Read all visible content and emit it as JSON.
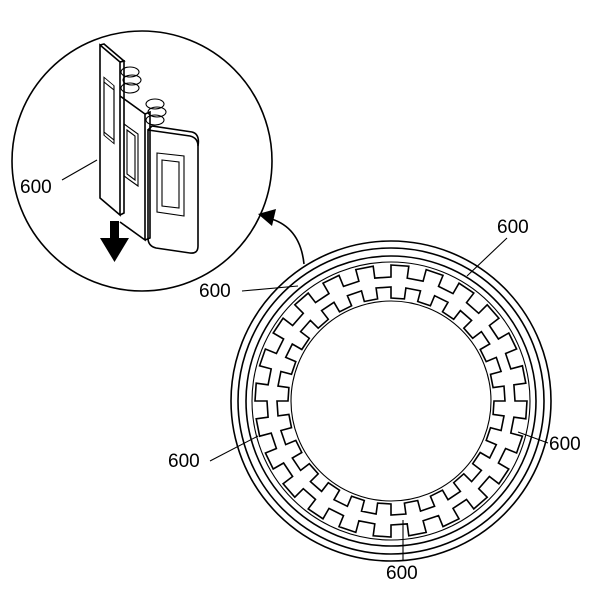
{
  "callouts": {
    "inset_left": "600",
    "ring_top_right": "600",
    "ring_upper_left": "600",
    "ring_right": "600",
    "ring_lower_left": "600",
    "ring_bottom": "600"
  },
  "colors": {
    "line": "#000000",
    "background": "#ffffff"
  },
  "icons": {
    "motion": "down-arrow-icon",
    "relation": "curved-arrow-icon"
  }
}
